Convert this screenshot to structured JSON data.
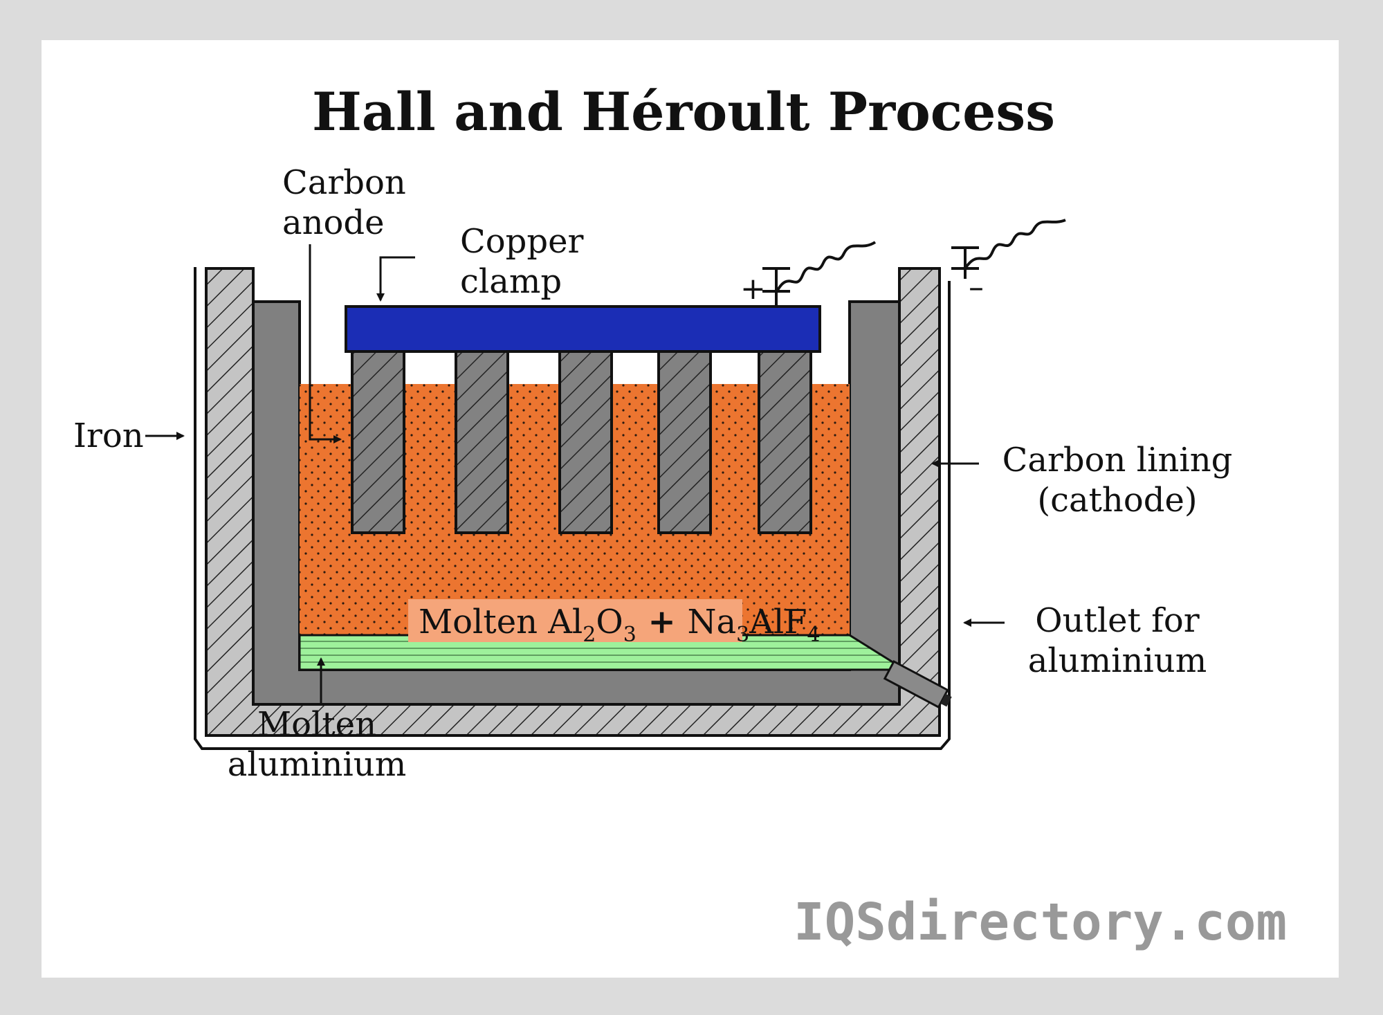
{
  "title": "Hall and Héroult Process",
  "labels": {
    "carbon_anode": [
      "Carbon",
      "anode"
    ],
    "copper_clamp": [
      "Copper",
      "clamp"
    ],
    "iron": "Iron",
    "carbon_lining": [
      "Carbon lining",
      "(cathode)"
    ],
    "outlet": [
      "Outlet for",
      "aluminium"
    ],
    "molten_aluminium": [
      "Molten",
      "aluminium"
    ]
  },
  "electrolyte": {
    "prefix": "Molten Al",
    "sub1": "2",
    "o": "O",
    "sub2": "3",
    "plus": " + ",
    "na": "Na",
    "sub3": "3",
    "alf": "AlF",
    "sub4": "4"
  },
  "terminals": {
    "positive": "+",
    "negative": "–"
  },
  "watermark": "IQSdirectory.com",
  "colors": {
    "electrolyte": "#ec7530",
    "clamp": "#1b2db5",
    "molten_aluminium": "#9ef19b",
    "lining": "#808080",
    "iron": "#c4c4c4"
  }
}
